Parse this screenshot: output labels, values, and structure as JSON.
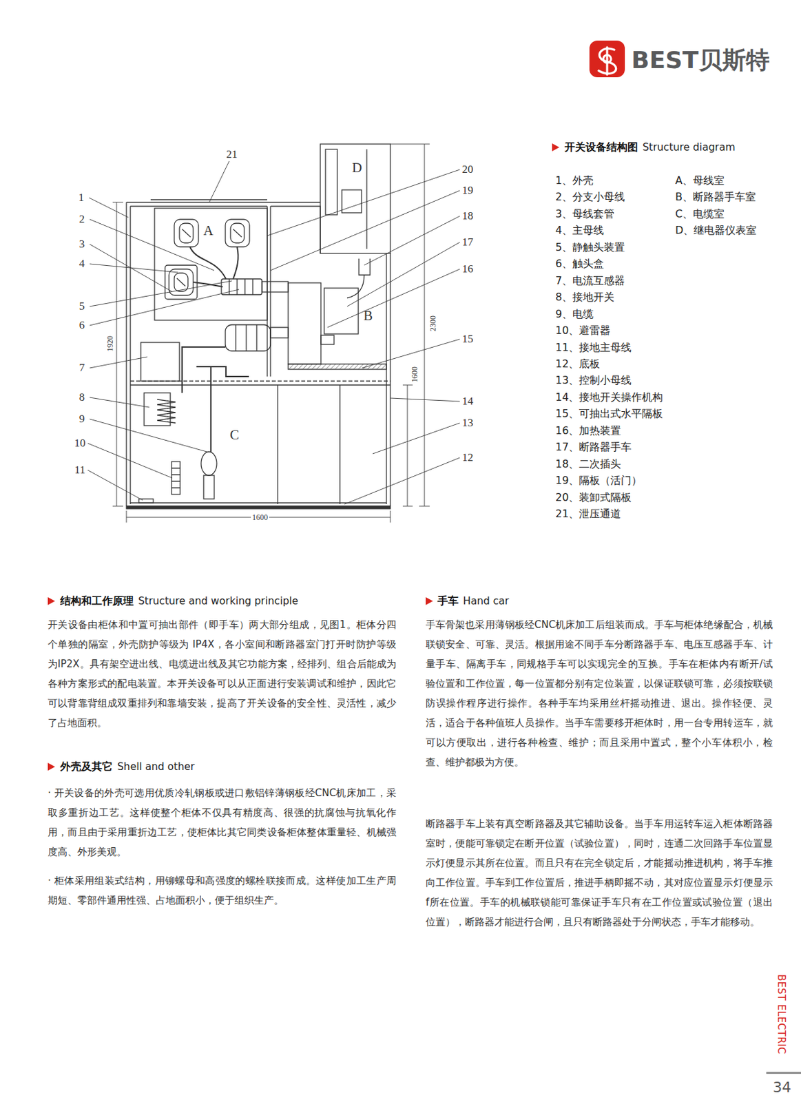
{
  "diagram": {
    "nodes": [
      {
        "text": [
          "D"
        ]
      },
      {
        "text": [
          "A"
        ]
      },
      {
        "text": [
          "B"
        ]
      },
      {
        "text": [
          "C"
        ]
      }
    ],
    "labels": [
      "BEST贝斯特",
      "开关设备结构图",
      "Structure diagram",
      "1、外壳",
      "2、分支小母线",
      "3、母线套管",
      "4、主母线",
      "5、静触头装置",
      "6、触头盒",
      "7、电流互感器",
      "8、接地开关",
      "9、电缆",
      "10、避雷器",
      "11、接地主母线",
      "12、底板",
      "13、控制小母线",
      "14、接地开关操作机构",
      "15、可抽出式水平隔板",
      "16、加热装置",
      "17、断路器手车",
      "18、二次插头",
      "19、隔板（活门）",
      "20、装卸式隔板",
      "21、泄压通道",
      "A、母线室",
      "B、断路器手车室",
      "C、电缆室",
      "D、继电器仪表室",
      "结构和工作原理",
      "Structure and working principle",
      "开关设备由柜体和中置可抽出部件（即手车）两大部分组成，见图1。柜体分四个单独的隔室，外壳防护等级为 IP4X，各小室间和断路器室门打开时防护等级为IP2X。具有架空进出线、电缆进出线及其它功能方案，经排列、组合后能成为各种方案形式的配电装置。本开关设备可以从正面进行安装调试和维护，因此它可以背靠背组成双重排列和靠墙安装，提高了开关设备的安全性、灵活性，减少了占地面积。",
      "外壳及其它",
      "Shell and other",
      "· 开关设备的外壳可选用优质冷轧钢板或进口敷铝锌薄钢板经CNC机床加工，采取多重折边工艺。这样使整个柜体不仅具有精度高、很强的抗腐蚀与抗氧化作用，而且由于采用重折边工艺，使柜体比其它同类设备柜体整体重量轻、机械强度高、外形美观。",
      "· 柜体采用组装式结构，用铆螺母和高强度的螺栓联接而成。这样使加工生产周期短、零部件通用性强、占地面积小，便于组织生产。",
      "手车",
      "Hand car",
      "手车骨架也采用薄钢板经CNC机床加工后组装而成。手车与柜体绝缘配合，机械联锁安全、可靠、灵活。根据用途不同手车分断路器手车、电压互感器手车、计量手车、隔离手车，同规格手车可以实现完全的互换。手车在柜体内有断开/试验位置和工作位置，每一位置都分别有定位装置，以保证联锁可靠，必须按联锁防误操作程序进行操作。各种手车均采用丝杆摇动推进、退出。操作轻便、灵活，适合于各种值班人员操作。当手车需要移开柜体时，用一台专用转运车，就可以方便取出，进行各种检查、维护；而且采用中置式，整个小车体积小，检查、维护都极为方便。",
      "断路器手车上装有真空断路器及其它辅助设备。当手车用运转车运入柜体断路器室时，便能可靠锁定在断开位置（试验位置），同时，连通二次回路手车位置显示灯便显示其所在位置。而且只有在完全锁定后，才能摇动推进机构，将手车推向工作位置。手车到工作位置后，推进手柄即摇不动，其对应位置显示灯便显示f所在位置。手车的机械联锁能可靠保证手车只有在工作位置或试验位置（退出位置），断路器才能进行合闸，且只有断路器处于分闸状态，手车才能移动。",
      "1",
      "2",
      "3",
      "4",
      "5",
      "6",
      "7",
      "8",
      "9",
      "10",
      "11",
      "12",
      "13",
      "14",
      "15",
      "16",
      "17",
      "18",
      "19",
      "20",
      "21",
      "1920",
      "2300",
      "1600",
      "1600",
      "BEST ELECTRIC",
      "34"
    ]
  }
}
